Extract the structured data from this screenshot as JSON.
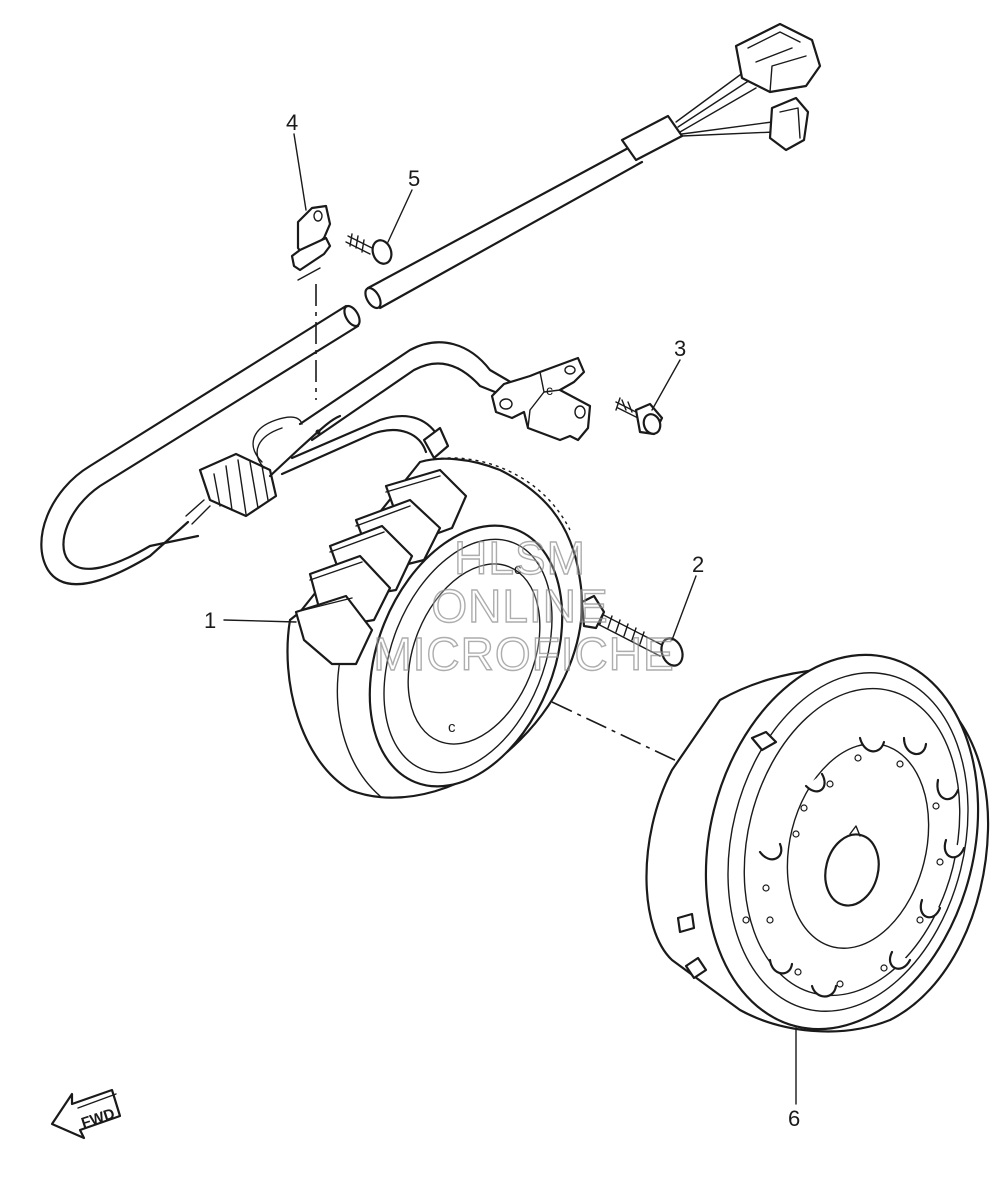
{
  "callouts": [
    {
      "id": "1",
      "label": "1"
    },
    {
      "id": "2",
      "label": "2"
    },
    {
      "id": "3",
      "label": "3"
    },
    {
      "id": "4",
      "label": "4"
    },
    {
      "id": "5",
      "label": "5"
    },
    {
      "id": "6",
      "label": "6"
    }
  ],
  "watermark": {
    "line1": "HLSM",
    "line2": "ONLINE",
    "line3": "MICROFICHE"
  },
  "direction_badge": {
    "label": "FWD",
    "icon": "forward-arrow-icon"
  }
}
